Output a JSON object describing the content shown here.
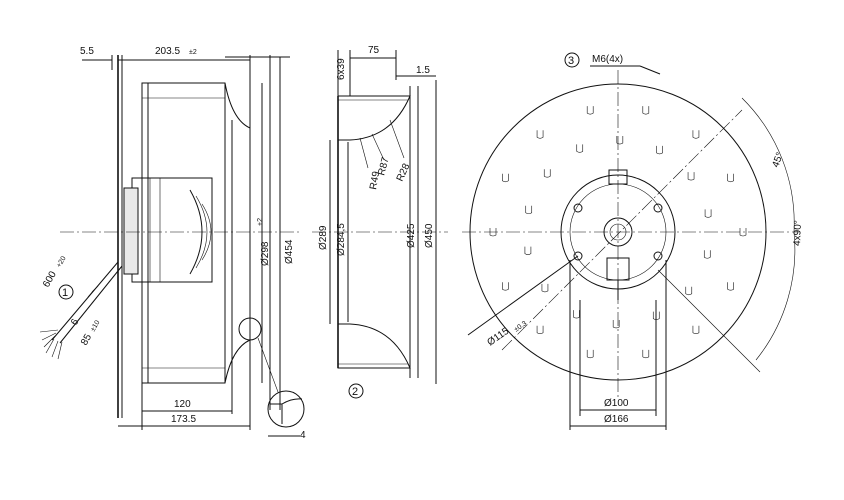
{
  "side_view": {
    "dims": {
      "d_5_5": "5.5",
      "d_203_5": "203.5",
      "d_203_5_tol": "±2",
      "d_120": "120",
      "d_173_5": "173.5",
      "d_4": "4",
      "d_298": "Ø298",
      "d_298_tol": "+2",
      "d_454": "Ø454",
      "cable_600": "600",
      "cable_600_tol": "+20",
      "cable_6": "6",
      "cable_85": "85",
      "cable_85_tol": "±10"
    },
    "callout": "1"
  },
  "profile_view": {
    "dims": {
      "d_6x39": "6x39",
      "d_75": "75",
      "d_1_5": "1.5",
      "d_289": "Ø289",
      "d_284_5": "Ø284,5",
      "d_425": "Ø425",
      "d_450": "Ø450",
      "r49": "R49",
      "r87": "R87",
      "r28": "R28"
    },
    "callout": "2"
  },
  "front_view": {
    "dims": {
      "m6": "M6(4x)",
      "angle_45": "45°",
      "angle_4x90": "4x90°",
      "d_115": "Ø115",
      "d_115_tol": "±0,3",
      "d_100": "Ø100",
      "d_166": "Ø166"
    },
    "callout": "3"
  }
}
